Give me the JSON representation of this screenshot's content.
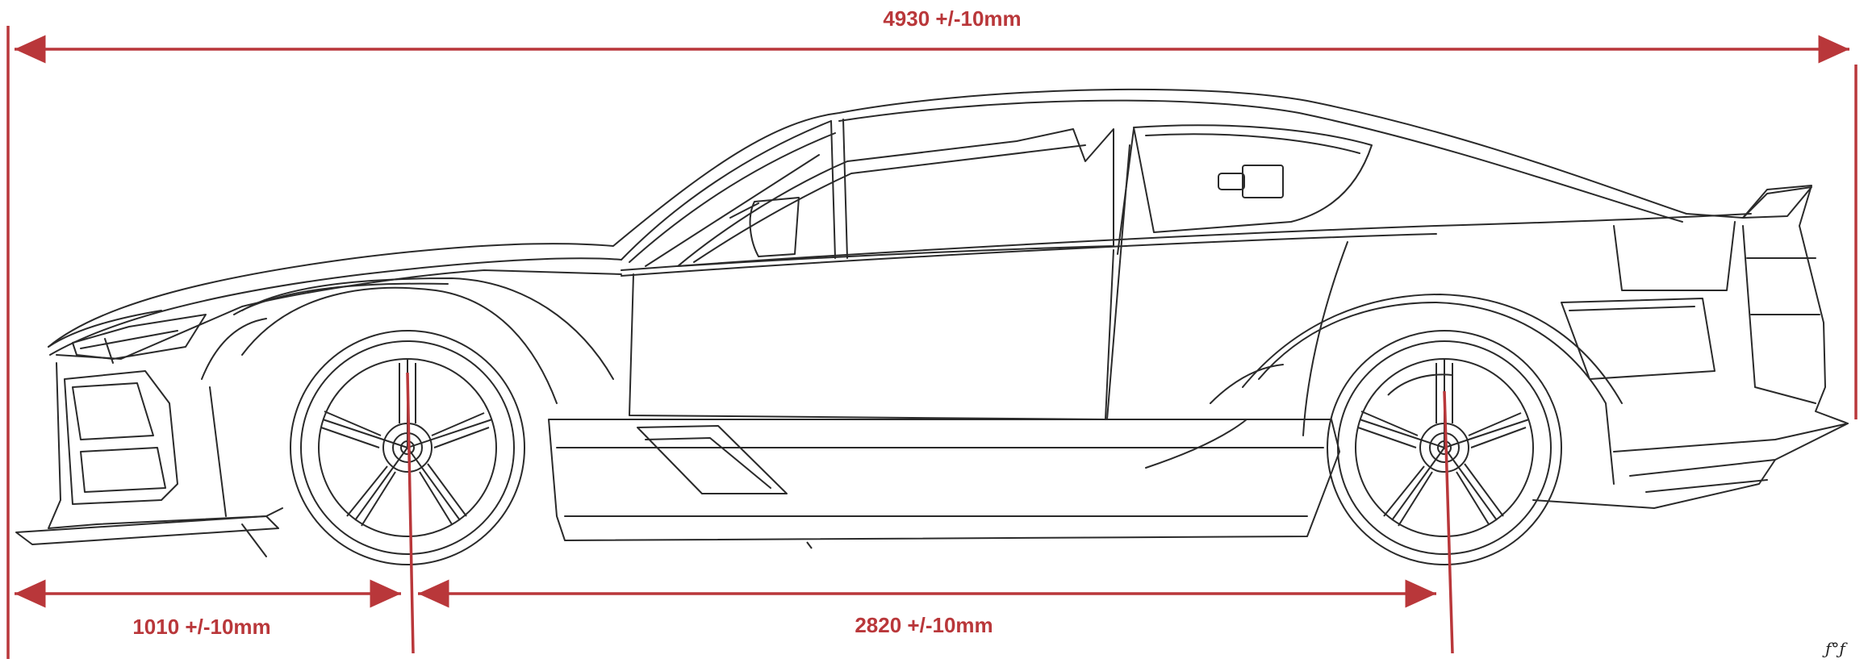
{
  "dimensions": {
    "overall_length": "4930 +/-10mm",
    "front_overhang": "1010 +/-10mm",
    "wheelbase": "2820 +/-10mm"
  },
  "colors": {
    "dimension_line": "#b9373a",
    "drawing_line": "#2a2a2a"
  },
  "logo_text": "ƒ°ƒ"
}
